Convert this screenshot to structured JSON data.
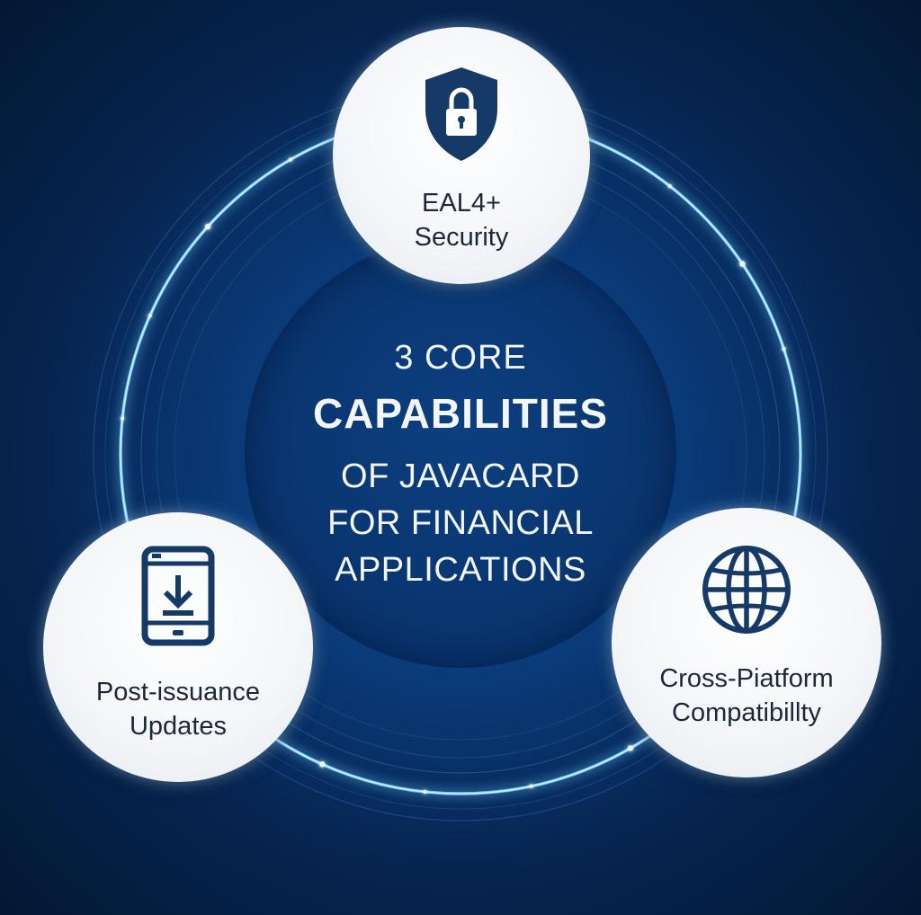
{
  "colors": {
    "background": "#0a3a78",
    "ring_glow": "#6ec8ff",
    "node_fill": "#f3f5f8",
    "icon_navy": "#153a68",
    "center_text": "#f2f6fb"
  },
  "center": {
    "line1": "3 CORE",
    "line2": "CAPABILITIES",
    "line3": "OF JAVACARD",
    "line4": "FOR FINANCIAL",
    "line5": "APPLICATIONS"
  },
  "nodes": {
    "security": {
      "icon": "shield-lock-icon",
      "line1": "EAL4+",
      "line2": "Security"
    },
    "updates": {
      "icon": "phone-download-icon",
      "line1": "Post-issuance",
      "line2": "Updates"
    },
    "cross_platform": {
      "icon": "globe-icon",
      "line1": "Cross-Piatform",
      "line2": "Compatibillty"
    }
  }
}
